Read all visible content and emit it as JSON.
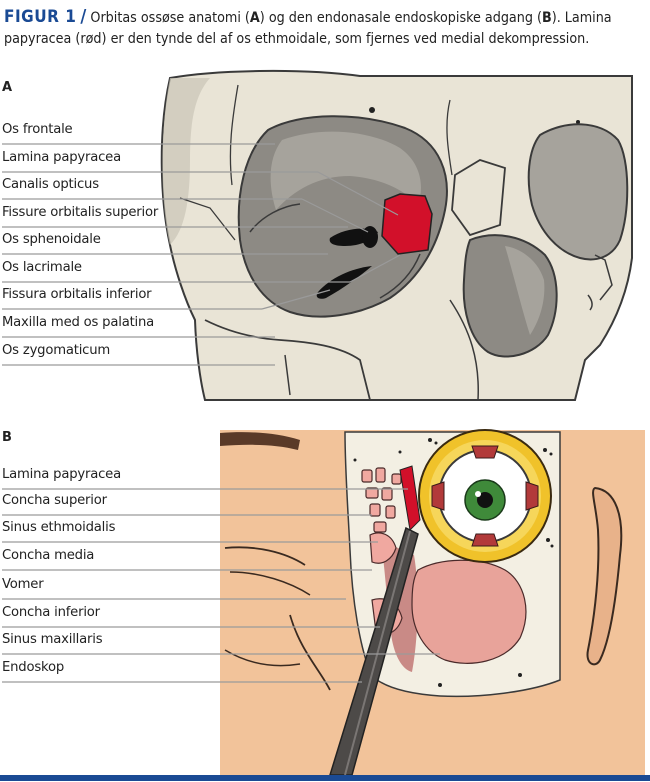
{
  "caption": {
    "figure_label": "FIGUR 1",
    "slash": "/",
    "text_1": " Orbitas ossøse anatomi (",
    "bold_a": "A",
    "text_2": ") og den endonasale endoskopiske adgang (",
    "bold_b": "B",
    "text_3": "). Lamina papyracea (rød) er den tynde del af os ethmoidale, som fjernes ved medial dekompression."
  },
  "panel_a": {
    "letter": "A",
    "labels": [
      "Os frontale",
      "Lamina papyracea",
      "Canalis opticus",
      "Fissure orbitalis superior",
      "Os sphenoidale",
      "Os lacrimale",
      "Fissura orbitalis inferior",
      "Maxilla med os palatina",
      "Os zygomaticum"
    ]
  },
  "panel_b": {
    "letter": "B",
    "labels": [
      "Lamina papyracea",
      "Concha superior",
      "Sinus ethmoidalis",
      "Concha media",
      "Vomer",
      "Concha inferior",
      "Sinus maxillaris",
      "Endoskop"
    ]
  },
  "colors": {
    "brand_blue": "#1a4a94",
    "bone": "#e9e4d6",
    "bone_shadow": "#b9b4a8",
    "orbit_gray": "#8d8a84",
    "lamina_red": "#d2102a",
    "skin": "#f2c39a",
    "sinus_pink": "#e8a39a",
    "fat_yellow": "#f0c22a"
  }
}
